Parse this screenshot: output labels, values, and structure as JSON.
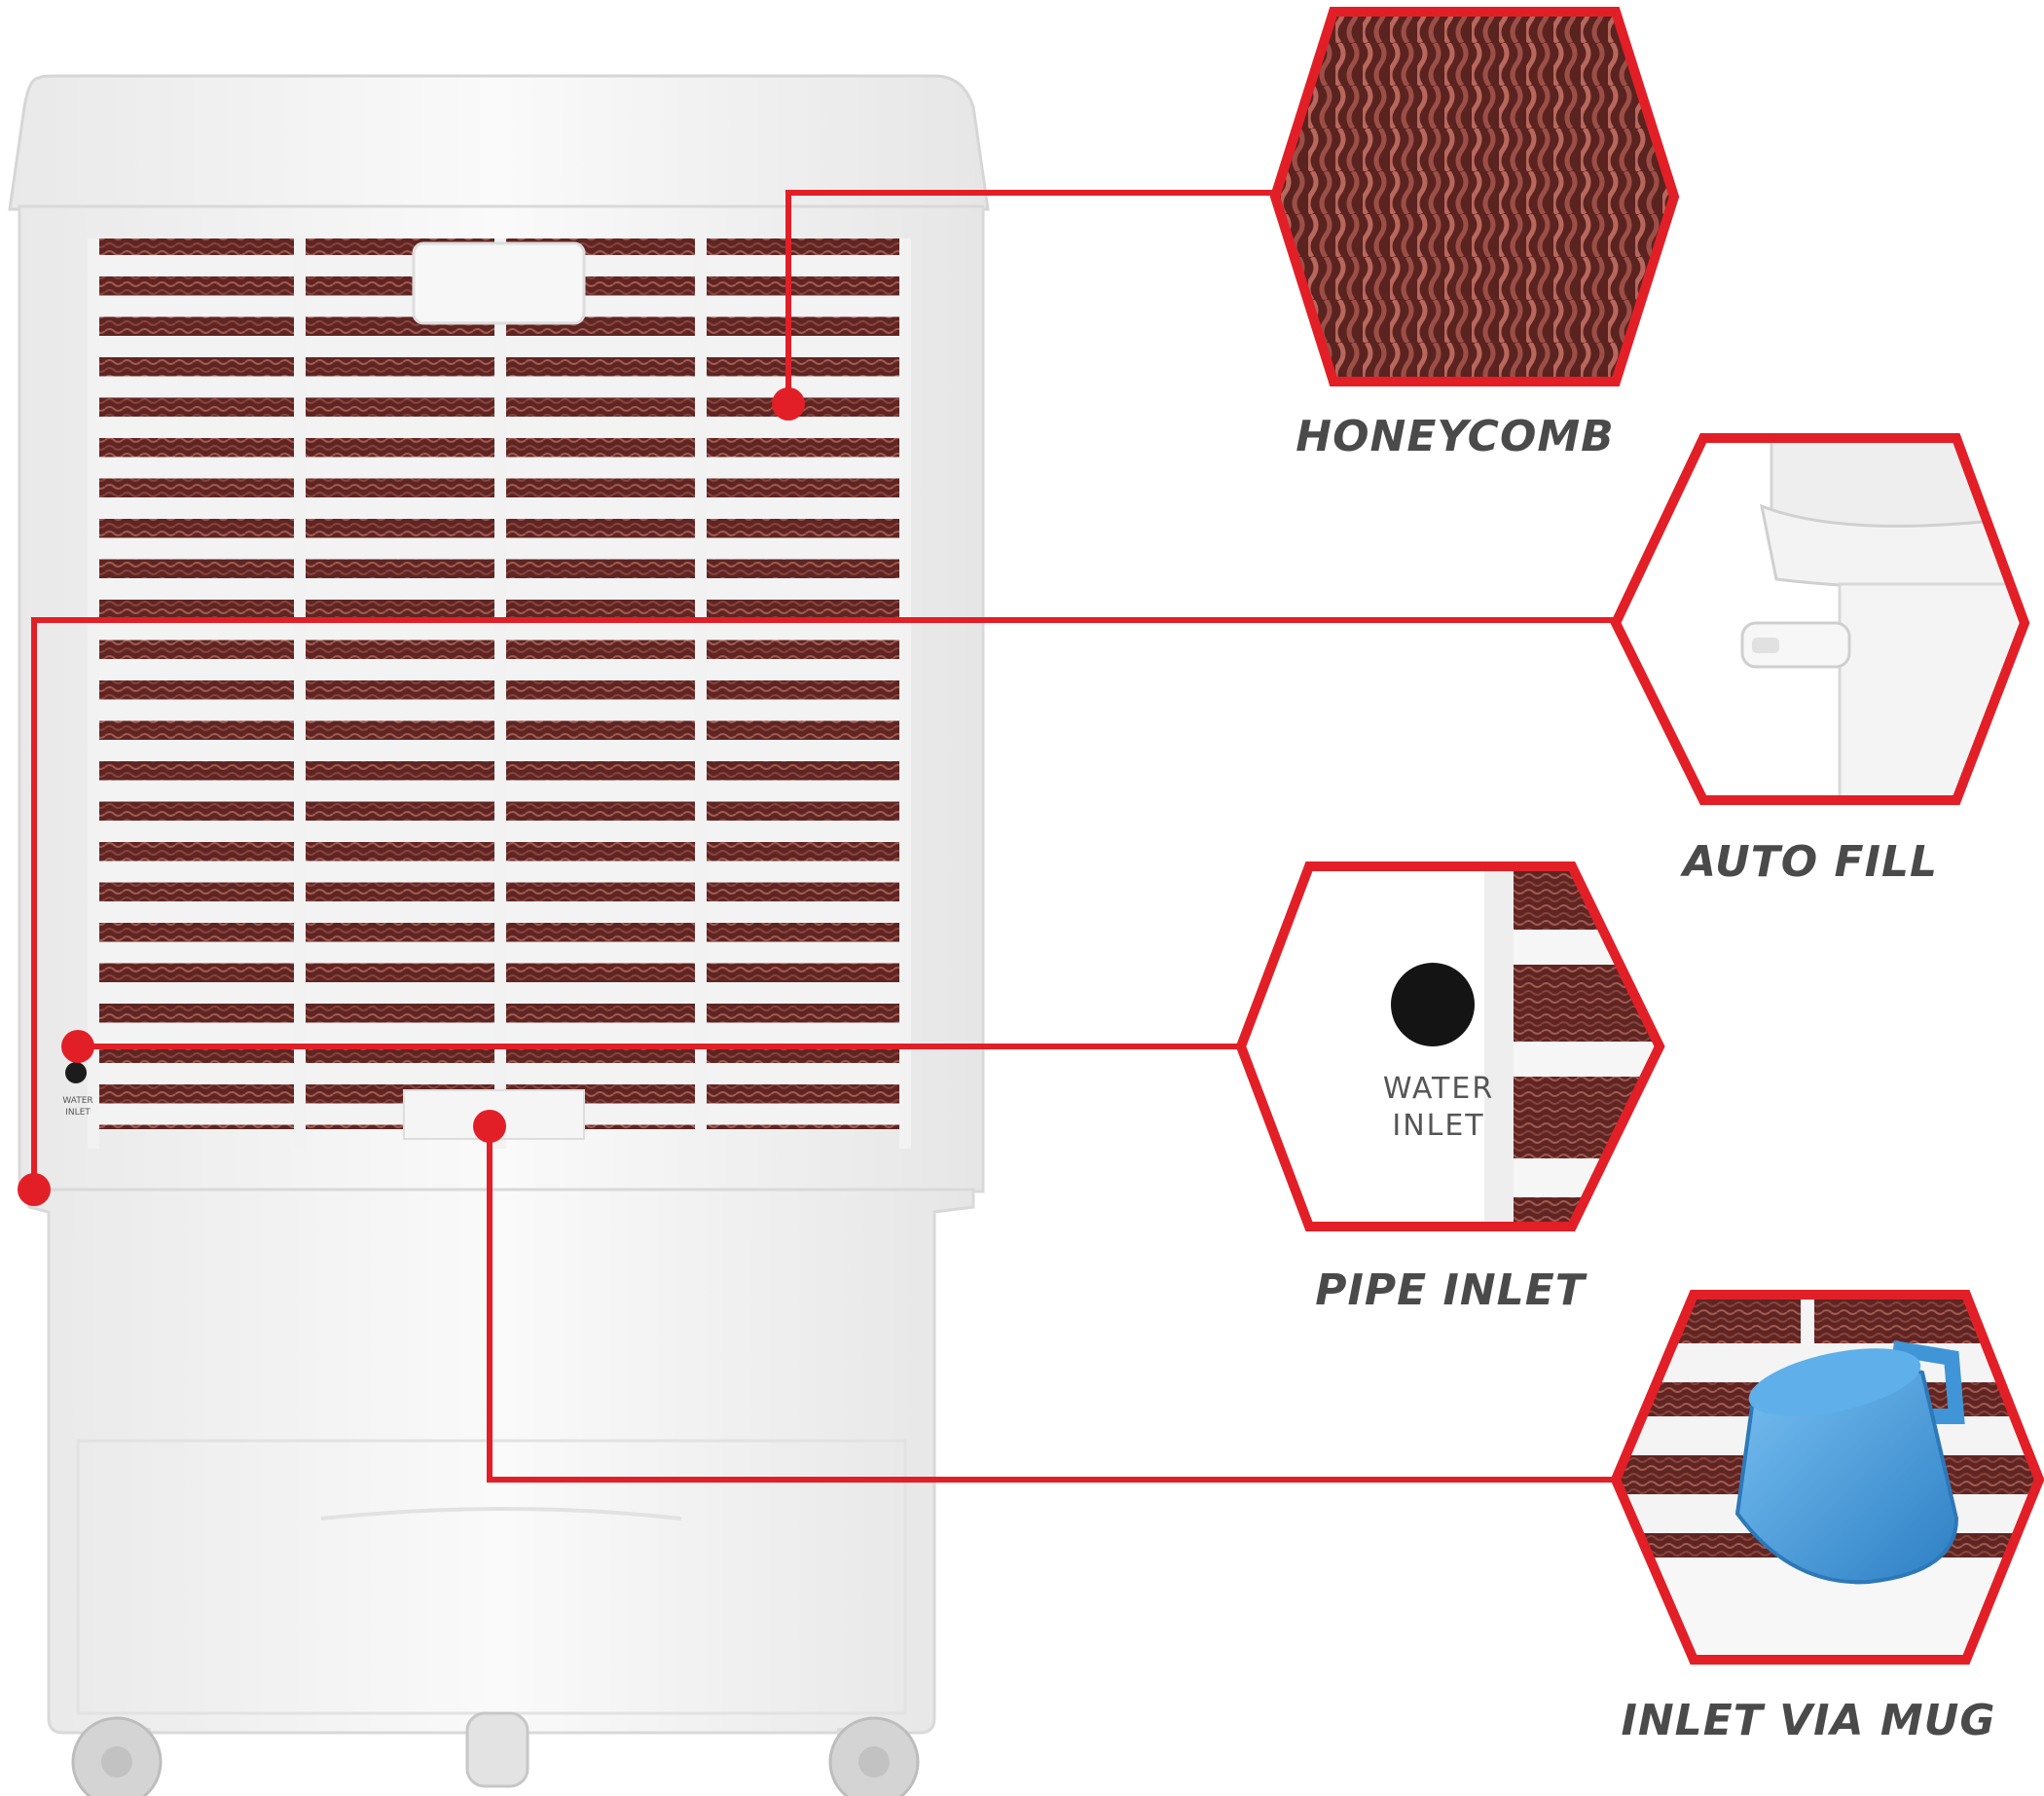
{
  "colors": {
    "accent_red": "#e21f26",
    "body_white": "#f4f4f4",
    "pad_brown": "#6e2e2a",
    "label_gray": "#4a4a4a",
    "mug_blue": "#3f95d6"
  },
  "product": {
    "panel_marking_line1": "WATER",
    "panel_marking_line2": "INLET"
  },
  "features": [
    {
      "label": "HONEYCOMB",
      "icon": "honeycomb-pad-icon"
    },
    {
      "label": "AUTO FILL",
      "icon": "auto-fill-valve-icon"
    },
    {
      "label": "PIPE INLET",
      "icon": "pipe-inlet-icon"
    },
    {
      "label": "INLET VIA MUG",
      "icon": "mug-icon"
    }
  ],
  "pipe_inlet_closeup": {
    "line1": "WATER",
    "line2": "INLET"
  }
}
